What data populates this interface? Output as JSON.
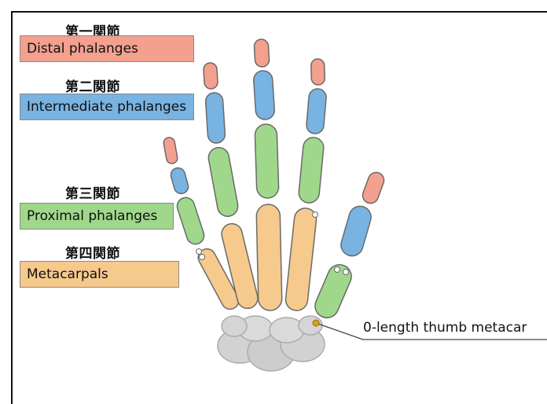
{
  "headings": {
    "joint1": "第一関節",
    "joint2": "第二関節",
    "joint3": "第三関節",
    "joint4": "第四関節"
  },
  "labels": {
    "distal": "Distal phalanges",
    "intermediate": "Intermediate phalanges",
    "proximal": "Proximal phalanges",
    "metacarpals": "Metacarpals"
  },
  "callout": "0-length thumb metacar",
  "colors": {
    "distal": "#f3a08f",
    "intermediate": "#78b3e2",
    "proximal": "#9fd88a",
    "metacarpal": "#f6c98c",
    "carpal": "#c8c8c8",
    "outline": "#6a6a6a"
  }
}
